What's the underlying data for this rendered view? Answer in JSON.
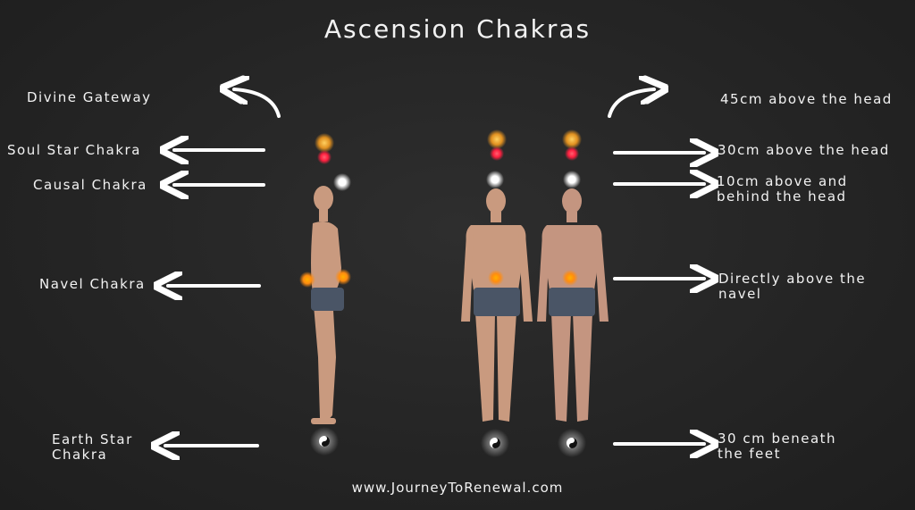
{
  "title": "Ascension Chakras",
  "left_labels": [
    "Divine Gateway",
    "Soul Star Chakra",
    "Causal Chakra",
    "Navel Chakra",
    "Earth Star\nChakra"
  ],
  "right_labels": [
    "45cm above the head",
    "30cm above the head",
    "10cm above and\nbehind the head",
    "Directly above the\nnavel",
    "30 cm beneath\nthe feet"
  ],
  "footer": "www.JourneyToRenewal.com",
  "colors": {
    "background": "#262626",
    "skin": "#c99a7f",
    "shorts": "#4a5566",
    "soul_star": "#f0a020",
    "red": "#ff2040",
    "causal": "#ffffff",
    "navel": "#ff8c10"
  }
}
